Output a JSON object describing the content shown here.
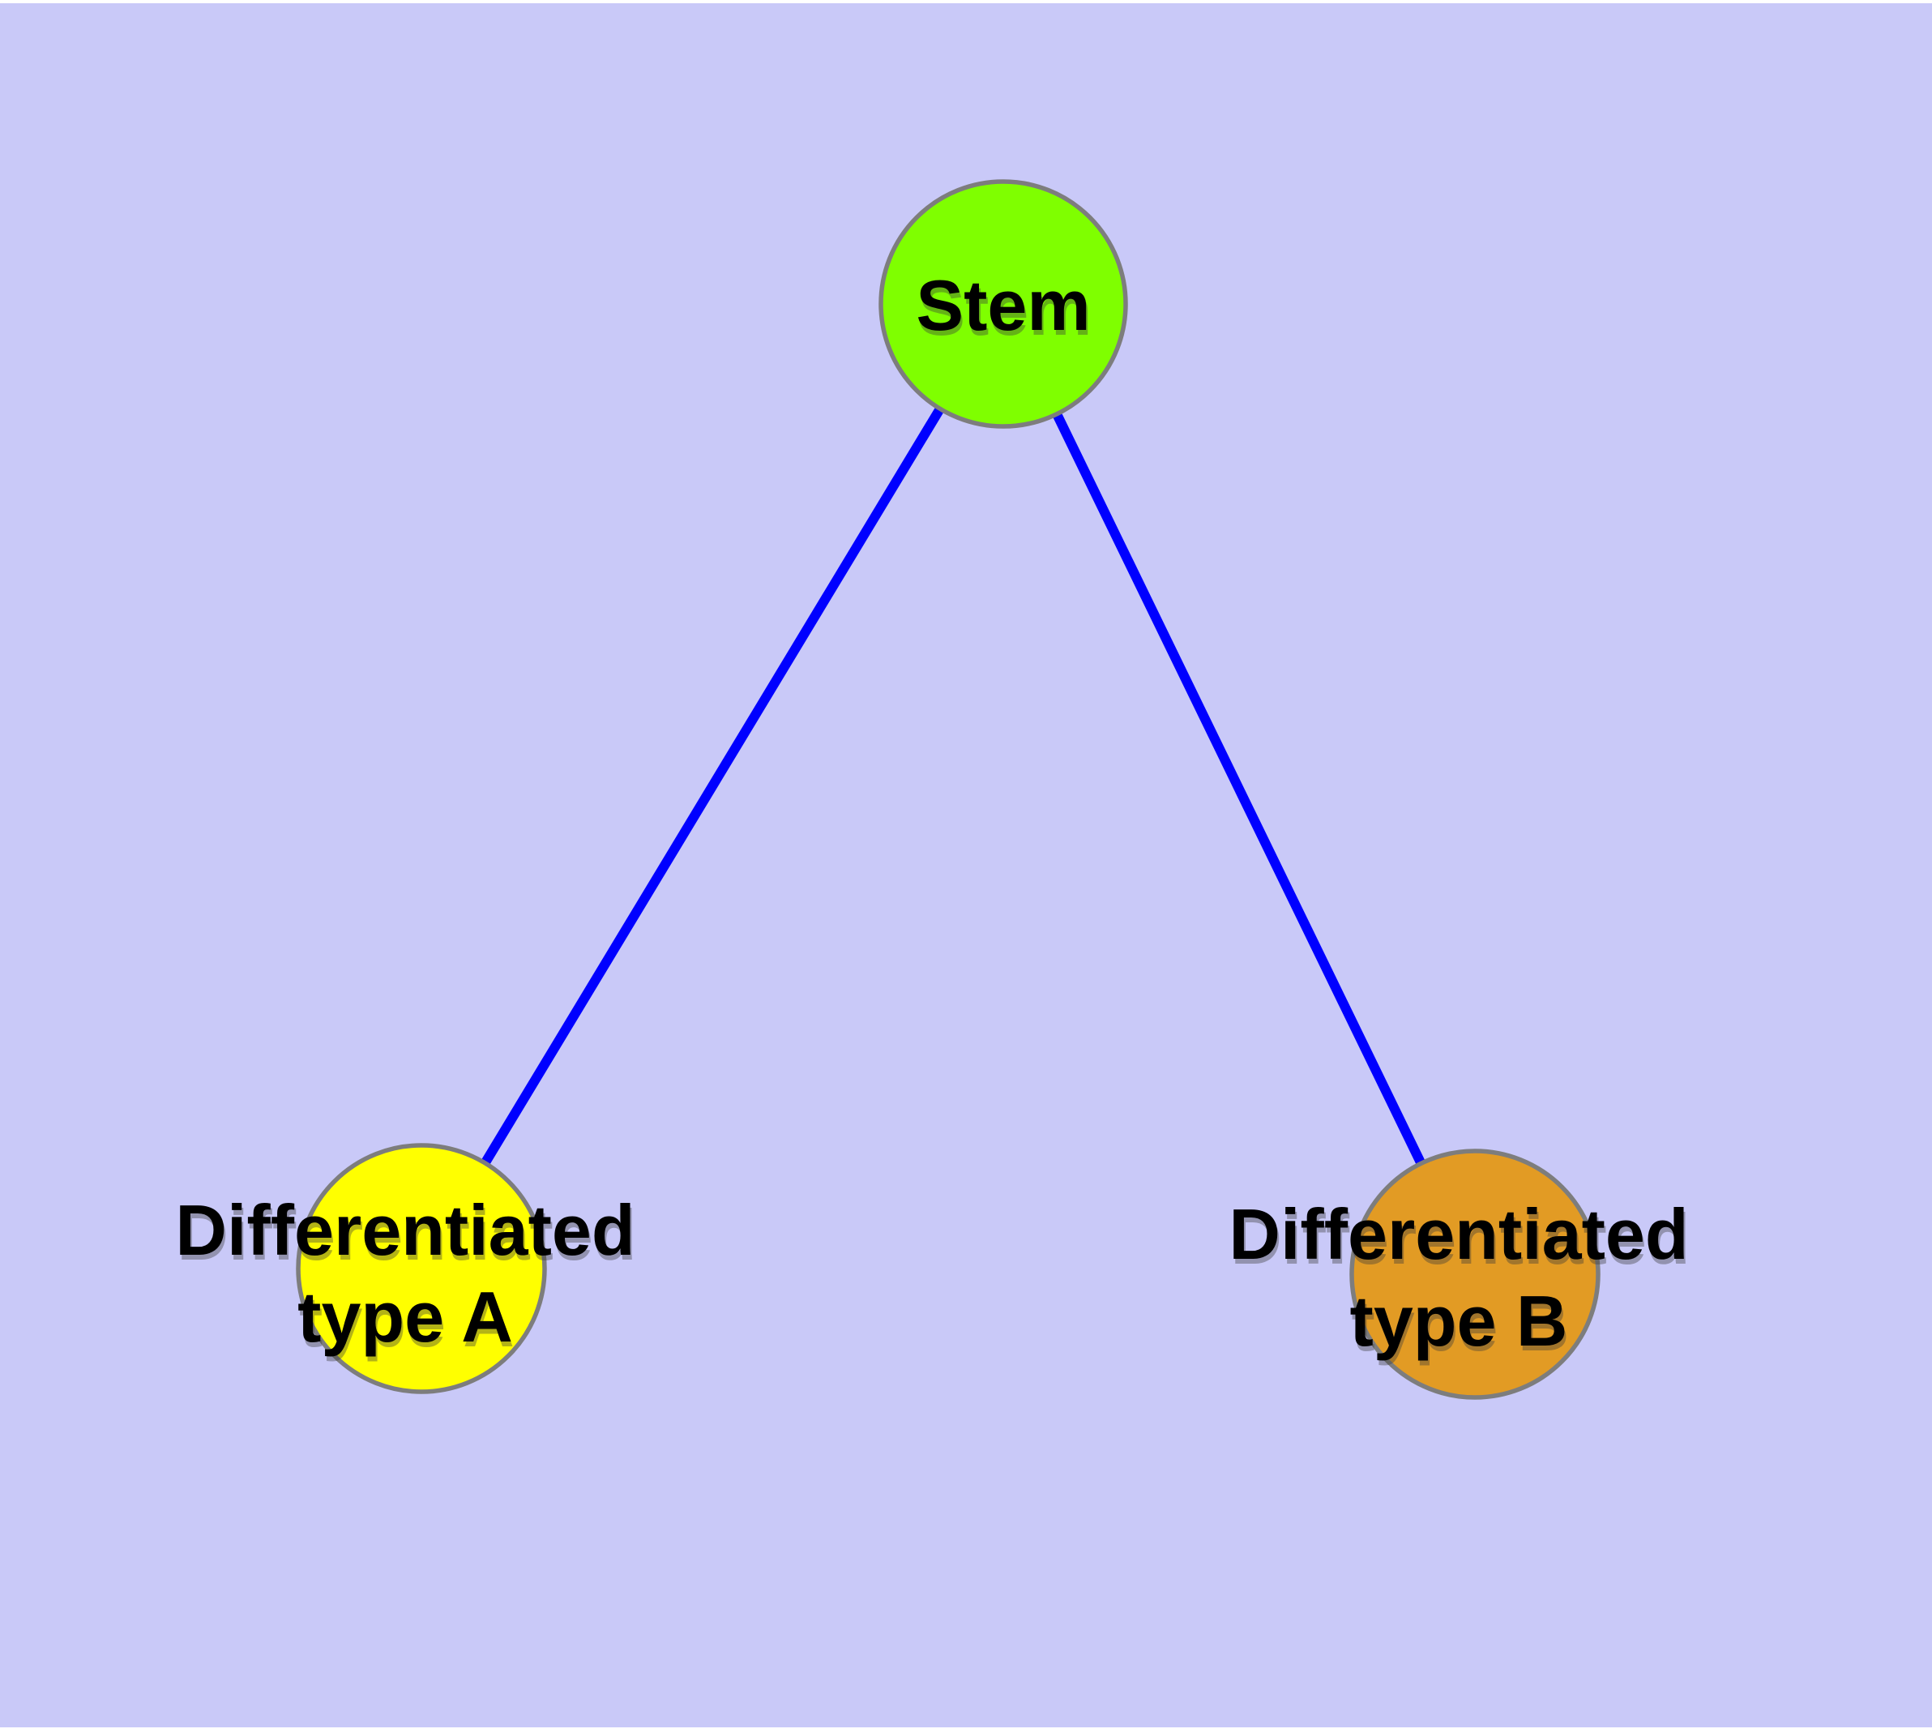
{
  "diagram": {
    "type": "graph",
    "background_color": "#c9c9f8",
    "page_color": "#ffffff",
    "edge_color": "#0000ff",
    "node_border_color": "#7d7d7d",
    "label_color": "#000000",
    "label_shadow_color": "#3a3a3a",
    "nodes": {
      "stem": {
        "label": "Stem",
        "fill": "#7fff00"
      },
      "type_a": {
        "label_line1": "Differentiated",
        "label_line2": "type A",
        "fill": "#ffff00"
      },
      "type_b": {
        "label_line1": "Differentiated",
        "label_line2": "type B",
        "fill": "#e29b24"
      }
    },
    "edges": [
      {
        "from": "Stem",
        "to": "Differentiated type A"
      },
      {
        "from": "Stem",
        "to": "Differentiated type B"
      }
    ]
  }
}
